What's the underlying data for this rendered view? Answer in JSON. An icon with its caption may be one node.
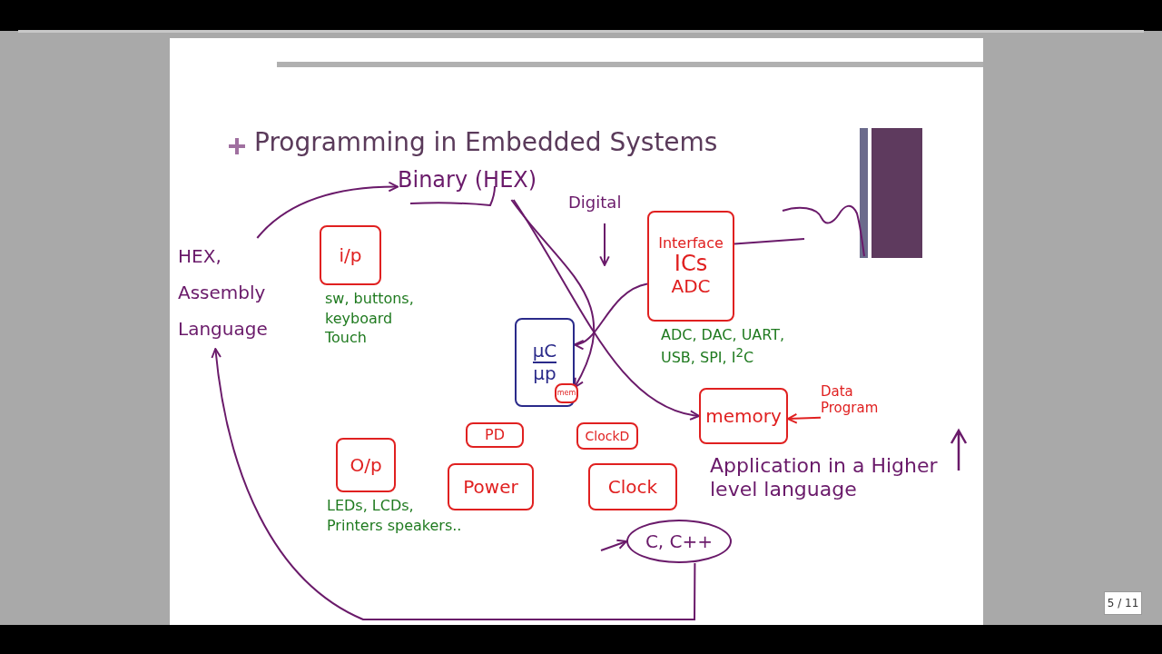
{
  "diagram": {
    "title": "Programming in Embedded Systems",
    "nodes": [
      {
        "text": [
          "Binary (HEX)"
        ]
      },
      {
        "text": [
          "HEX, Assembly Language"
        ]
      },
      {
        "text": [
          "i/p"
        ],
        "beside": [
          "sw, buttons, keyboard Touch"
        ]
      },
      {
        "text": [
          "Interface",
          "ICs",
          "ADC"
        ],
        "beside": [
          "ADC, DAC, UART, USB, SPI, I$^{2}$C"
        ]
      },
      {
        "text": [
          "µC",
          "µp"
        ]
      },
      {
        "text": [
          "mem"
        ],
        "in": 4
      },
      {
        "text": [
          "memory"
        ]
      },
      {
        "text": [
          "O/p"
        ],
        "beside": [
          "LEDs, LCDs, Printers speakers.."
        ]
      },
      {
        "text": [
          "PD"
        ]
      },
      {
        "text": [
          "Power"
        ]
      },
      {
        "text": [
          "ClockD"
        ]
      },
      {
        "text": [
          "Clock"
        ]
      },
      {
        "text": [
          "C, C++"
        ]
      },
      {
        "text": [
          "Digital"
        ]
      },
      {
        "text": [
          "Data Program"
        ]
      },
      {
        "text": [
          "Application in a Higher level language"
        ]
      }
    ],
    "edges": [
      {
        "from": 1,
        "to": 0,
        "arrow": "to"
      },
      {
        "from": 0,
        "to": 4,
        "arrow": "to"
      },
      {
        "from": 0,
        "to": 6,
        "arrow": "to"
      },
      {
        "from": 3,
        "to": 4,
        "arrow": "to"
      },
      {
        "from": 13,
        "to": null,
        "arrow": "to"
      },
      {
        "from": 14,
        "to": 6,
        "arrow": "to",
        "color": "#e02020"
      },
      {
        "from": 12,
        "to": 1,
        "arrow": "to"
      },
      {
        "from": null,
        "to": 12,
        "arrow": "to"
      },
      {
        "from": 3,
        "to": null,
        "arrow": "none"
      }
    ],
    "labels": [
      "5 / 11"
    ]
  }
}
